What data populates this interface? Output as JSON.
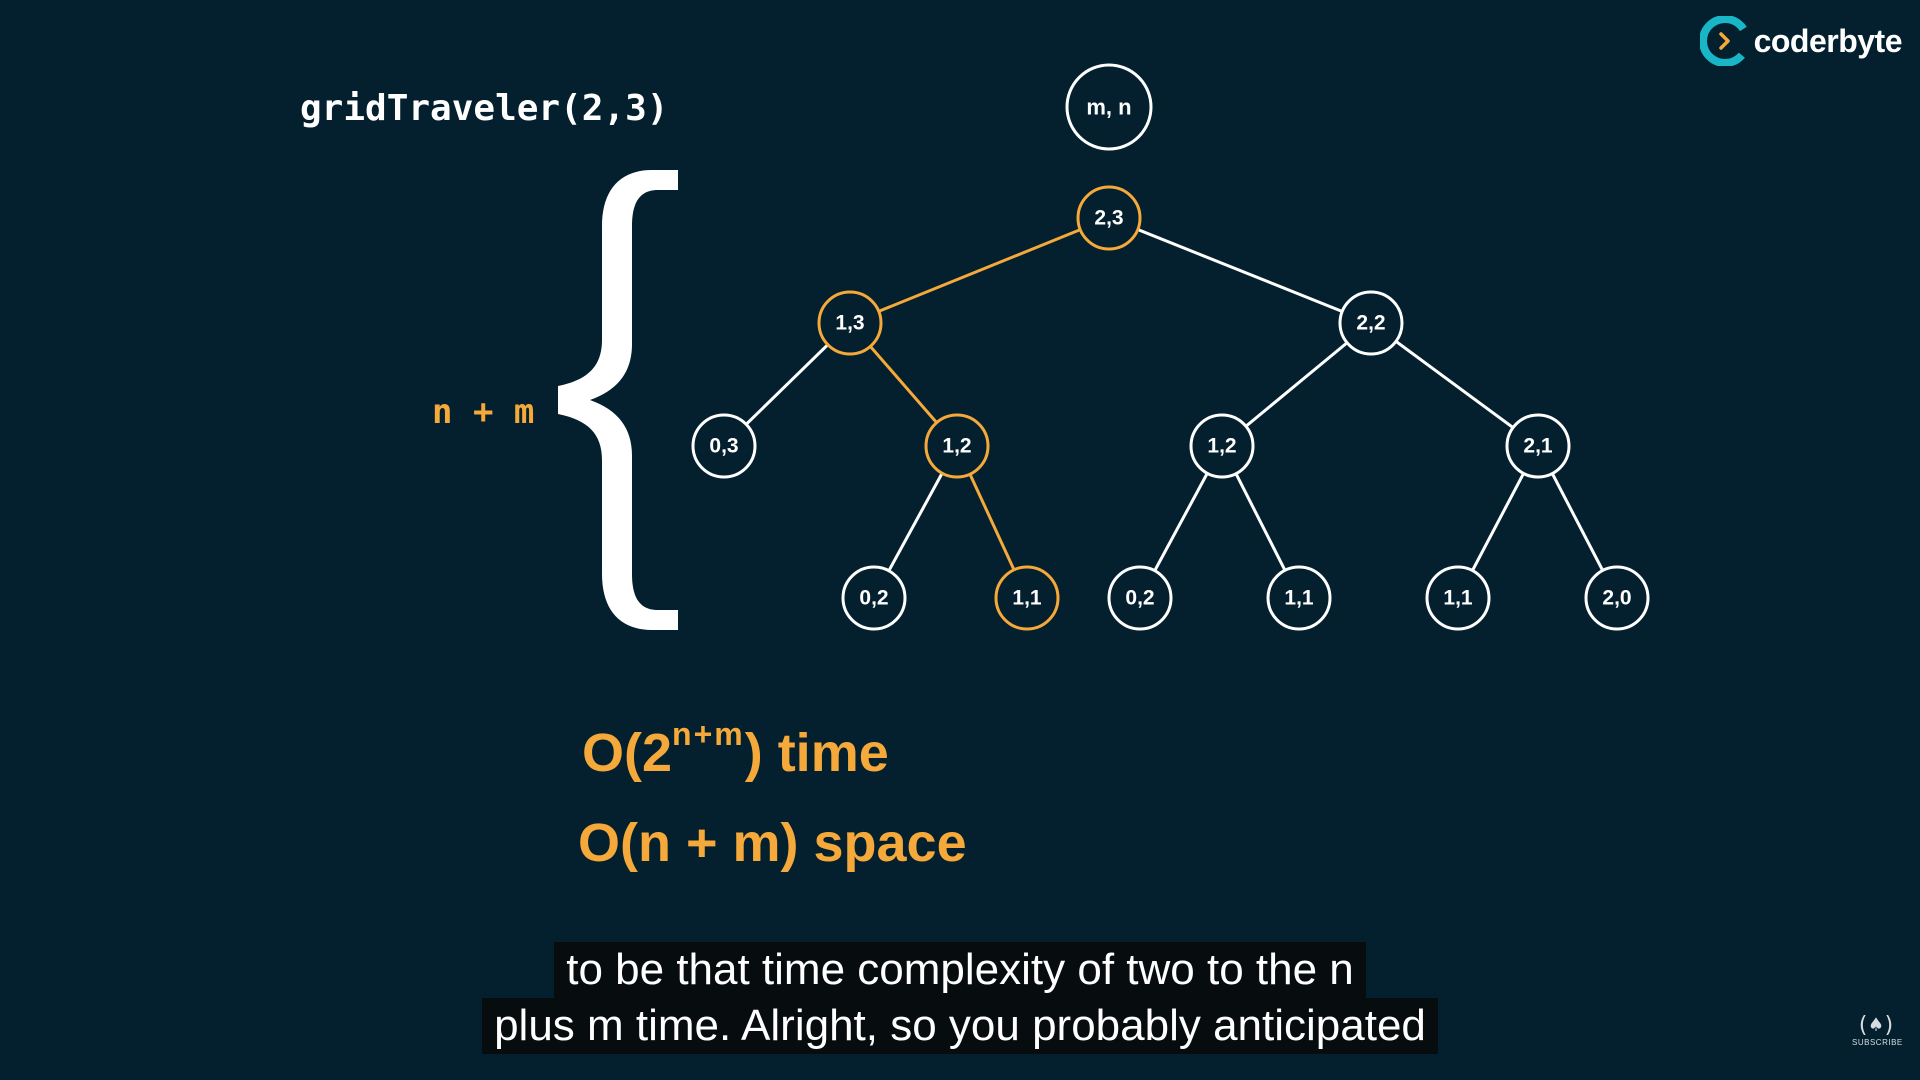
{
  "function_call": "gridTraveler(2,3)",
  "depth_label": "n + m",
  "complexity": {
    "time_prefix": "O(2",
    "time_exponent": "n+m",
    "time_suffix": ") time",
    "space": "O(n + m) space"
  },
  "brand": {
    "name": "coderbyte",
    "accent": "#19b6c8"
  },
  "subtitles": [
    "to be that time complexity of two to the n",
    "plus m time. Alright, so you probably anticipated"
  ],
  "badge": {
    "glyph": "(♠)",
    "caption": "SUBSCRIBE"
  },
  "colors": {
    "background": "#04202e",
    "node_default": "#ffffff",
    "highlight": "#f4a93a"
  },
  "tree": {
    "legend_node": "m, n",
    "nodes": [
      {
        "id": "n0",
        "label": "2,3",
        "highlight": true
      },
      {
        "id": "n1",
        "label": "1,3",
        "highlight": true
      },
      {
        "id": "n2",
        "label": "2,2",
        "highlight": false
      },
      {
        "id": "n3",
        "label": "0,3",
        "highlight": false
      },
      {
        "id": "n4",
        "label": "1,2",
        "highlight": true
      },
      {
        "id": "n5",
        "label": "1,2",
        "highlight": false
      },
      {
        "id": "n6",
        "label": "2,1",
        "highlight": false
      },
      {
        "id": "n7",
        "label": "0,2",
        "highlight": false
      },
      {
        "id": "n8",
        "label": "1,1",
        "highlight": true
      },
      {
        "id": "n9",
        "label": "0,2",
        "highlight": false
      },
      {
        "id": "n10",
        "label": "1,1",
        "highlight": false
      },
      {
        "id": "n11",
        "label": "1,1",
        "highlight": false
      },
      {
        "id": "n12",
        "label": "2,0",
        "highlight": false
      }
    ],
    "edges": [
      {
        "from": "n0",
        "to": "n1",
        "highlight": true
      },
      {
        "from": "n0",
        "to": "n2",
        "highlight": false
      },
      {
        "from": "n1",
        "to": "n3",
        "highlight": false
      },
      {
        "from": "n1",
        "to": "n4",
        "highlight": true
      },
      {
        "from": "n2",
        "to": "n5",
        "highlight": false
      },
      {
        "from": "n2",
        "to": "n6",
        "highlight": false
      },
      {
        "from": "n4",
        "to": "n7",
        "highlight": false
      },
      {
        "from": "n4",
        "to": "n8",
        "highlight": true
      },
      {
        "from": "n5",
        "to": "n9",
        "highlight": false
      },
      {
        "from": "n5",
        "to": "n10",
        "highlight": false
      },
      {
        "from": "n6",
        "to": "n11",
        "highlight": false
      },
      {
        "from": "n6",
        "to": "n12",
        "highlight": false
      }
    ]
  }
}
